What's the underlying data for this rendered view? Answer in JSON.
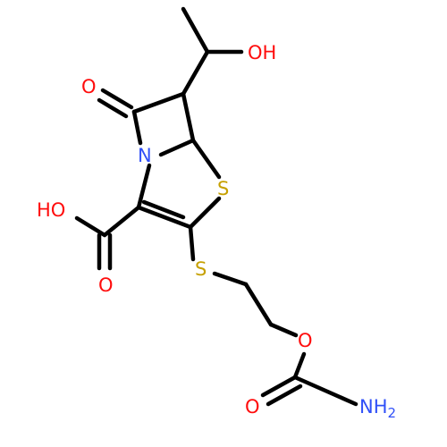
{
  "molecule": {
    "atoms": {
      "hydroxyl": {
        "label": "OH"
      },
      "ketone_oxygen": {
        "label": "O"
      },
      "ring_nitrogen": {
        "label": "N"
      },
      "ring_sulfur": {
        "label": "S"
      },
      "acid_hydroxyl": {
        "label": "HO"
      },
      "acid_carbonyl_oxygen": {
        "label": "O"
      },
      "thioether_sulfur": {
        "label": "S"
      },
      "ester_oxygen": {
        "label": "O"
      },
      "carbamate_carbonyl_oxygen": {
        "label": "O"
      },
      "amine": {
        "label": "NH",
        "subscript": "2"
      }
    },
    "colors": {
      "bond": "#000000",
      "oxygen": "#ff0d0d",
      "nitrogen": "#3050f8",
      "sulfur": "#c6a000",
      "background": "#ffffff"
    }
  }
}
